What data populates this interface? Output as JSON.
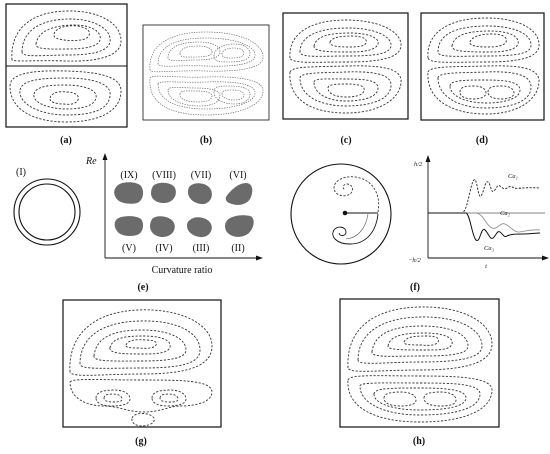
{
  "panels": {
    "a": "(a)",
    "b": "(b)",
    "c": "(c)",
    "d": "(d)",
    "e": "(e)",
    "f": "(f)",
    "g": "(g)",
    "h": "(h)"
  },
  "panel_e": {
    "ring_label": "(I)",
    "y_axis_label": "Re",
    "x_axis_label": "Curvature ratio",
    "top_row_labels": [
      "(IX)",
      "(VIII)",
      "(VII)",
      "(VI)"
    ],
    "bottom_row_labels": [
      "(V)",
      "(IV)",
      "(III)",
      "(II)"
    ]
  },
  "panel_f": {
    "y_top_label": "h/2",
    "y_bottom_label": "−h/2",
    "x_label": "t",
    "curves": [
      "Ca₁",
      "Ca₂",
      "Ca₃"
    ]
  },
  "colors": {
    "shape_fill": "#6b6b6b",
    "line": "#333333"
  }
}
